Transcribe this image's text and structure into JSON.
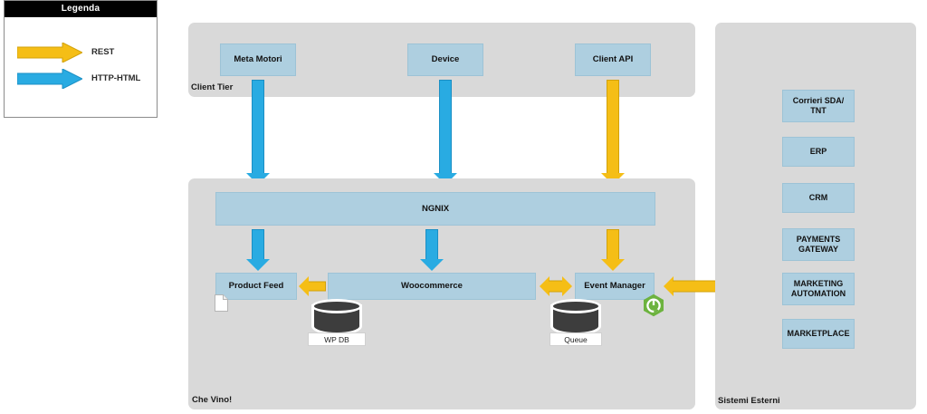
{
  "legend": {
    "title": "Legenda",
    "items": [
      {
        "label": "REST",
        "color": "#f5be16",
        "icon": "arrow-right-icon"
      },
      {
        "label": "HTTP-HTML",
        "color": "#29abe2",
        "icon": "arrow-right-icon"
      }
    ]
  },
  "tiers": {
    "client": {
      "label": "Client Tier",
      "boxes": [
        {
          "label": "Meta Motori"
        },
        {
          "label": "Device"
        },
        {
          "label": "Client API"
        }
      ]
    },
    "chevino": {
      "label": "Che Vino!",
      "gateway": {
        "label": "NGNIX"
      },
      "boxes": [
        {
          "label": "Product Feed"
        },
        {
          "label": "Woocommerce"
        },
        {
          "label": "Event Manager"
        }
      ],
      "databases": [
        {
          "label": "WP DB",
          "icon": "database-icon"
        },
        {
          "label": "Queue",
          "icon": "database-icon"
        }
      ],
      "icons": [
        {
          "name": "document-icon"
        },
        {
          "name": "spring-boot-icon",
          "color": "#6db33f"
        }
      ]
    },
    "esterni": {
      "label": "Sistemi Esterni",
      "boxes": [
        {
          "label": "Corrieri SDA/ TNT"
        },
        {
          "label": "ERP"
        },
        {
          "label": "CRM"
        },
        {
          "label": "PAYMENTS GATEWAY"
        },
        {
          "label": "MARKETING AUTOMATION"
        },
        {
          "label": "MARKETPLACE"
        }
      ]
    }
  },
  "colors": {
    "rest_arrow": "#f5be16",
    "http_arrow": "#29abe2",
    "box_fill": "#aecfe0",
    "panel_fill": "#d9d9d9",
    "db_fill": "#3d3d3d",
    "spring_green": "#6db33f"
  }
}
